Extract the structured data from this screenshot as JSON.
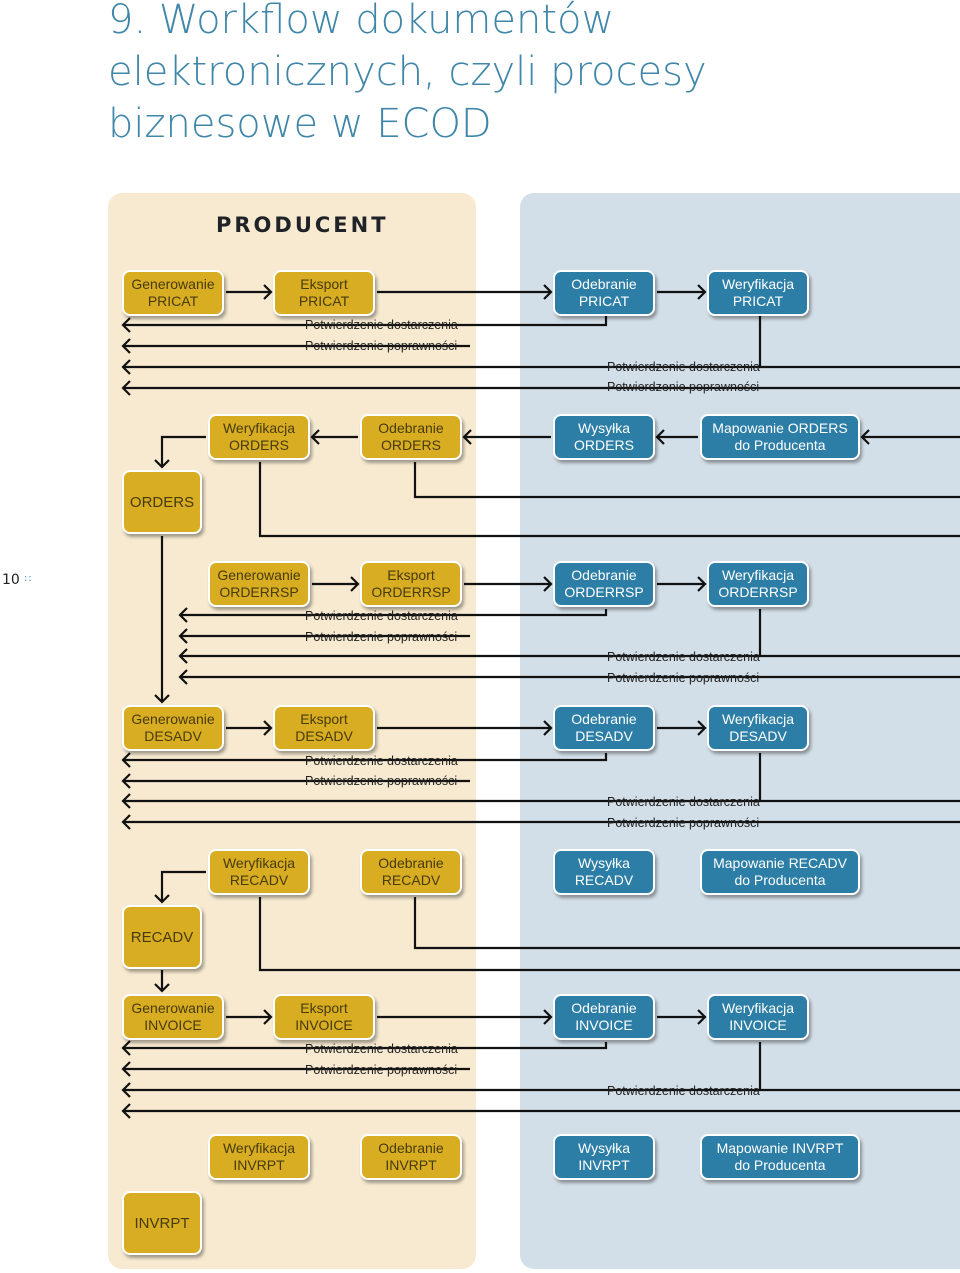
{
  "title": {
    "line1": "9. Workflow dokumentów",
    "line2": "elektronicznych, czyli procesy",
    "line3": "biznesowe w ECOD"
  },
  "producer_heading": "PRODUCENT",
  "page_number": "10",
  "page_dots": "::",
  "colors": {
    "producer_box": "#d9ad21",
    "ecod_box": "#2c7ea7",
    "title": "#3f86a8",
    "producer_panel": "#f7ead1",
    "ecod_panel": "#d3dfe8"
  },
  "boxes": {
    "gen_pricat": "Generowanie\nPRICAT",
    "exp_pricat": "Eksport\nPRICAT",
    "odb_pricat": "Odebranie\nPRICAT",
    "wer_pricat": "Weryfikacja\nPRICAT",
    "wer_orders": "Weryfikacja\nORDERS",
    "odb_orders": "Odebranie\nORDERS",
    "wys_orders": "Wysyłka\nORDERS",
    "map_orders": "Mapowanie ORDERS\ndo Producenta",
    "orders": "ORDERS",
    "gen_orderrsp": "Generowanie\nORDERRSP",
    "exp_orderrsp": "Eksport\nORDERRSP",
    "odb_orderrsp": "Odebranie\nORDERRSP",
    "wer_orderrsp": "Weryfikacja\nORDERRSP",
    "gen_desadv": "Generowanie\nDESADV",
    "exp_desadv": "Eksport\nDESADV",
    "odb_desadv": "Odebranie\nDESADV",
    "wer_desadv": "Weryfikacja\nDESADV",
    "wer_recadv": "Weryfikacja\nRECADV",
    "odb_recadv": "Odebranie\nRECADV",
    "wys_recadv": "Wysyłka\nRECADV",
    "map_recadv": "Mapowanie RECADV\ndo Producenta",
    "recadv": "RECADV",
    "gen_invoice": "Generowanie\nINVOICE",
    "exp_invoice": "Eksport\nINVOICE",
    "odb_invoice": "Odebranie\nINVOICE",
    "wer_invoice": "Weryfikacja\nINVOICE",
    "wer_invrpt": "Weryfikacja\nINVRPT",
    "odb_invrpt": "Odebranie\nINVRPT",
    "wys_invrpt": "Wysyłka\nINVRPT",
    "map_invrpt": "Mapowanie INVRPT\ndo Producenta",
    "invrpt": "INVRPT"
  },
  "labels": {
    "delivery": "Potwierdzenie dostarczenia",
    "correctness": "Potwierdzenie poprawności"
  }
}
